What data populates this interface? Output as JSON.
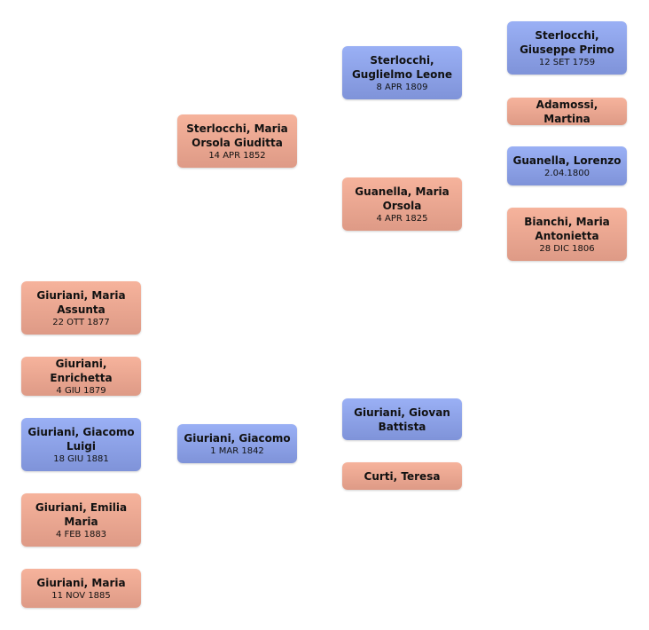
{
  "people": {
    "c4_0": {
      "name": "Sterlocchi, Giuseppe Primo",
      "date": "12 SET 1759",
      "sex": "male"
    },
    "c4_1": {
      "name": "Adamossi, Martina",
      "date": "",
      "sex": "female"
    },
    "c4_2": {
      "name": "Guanella, Lorenzo",
      "date": "2.04.1800",
      "sex": "male"
    },
    "c4_3": {
      "name": "Bianchi, Maria Antonietta",
      "date": "28 DIC 1806",
      "sex": "female"
    },
    "c3_0": {
      "name": "Sterlocchi, Guglielmo Leone",
      "date": "8 APR 1809",
      "sex": "male"
    },
    "c3_1": {
      "name": "Guanella, Maria Orsola",
      "date": "4 APR 1825",
      "sex": "female"
    },
    "c3_2": {
      "name": "Giuriani, Giovan Battista",
      "date": "",
      "sex": "male"
    },
    "c3_3": {
      "name": "Curti, Teresa",
      "date": "",
      "sex": "female"
    },
    "c2_0": {
      "name": "Sterlocchi, Maria Orsola Giuditta",
      "date": "14 APR 1852",
      "sex": "female"
    },
    "c2_1": {
      "name": "Giuriani, Giacomo",
      "date": "1 MAR 1842",
      "sex": "male"
    },
    "c1_0": {
      "name": "Giuriani, Maria Assunta",
      "date": "22 OTT 1877",
      "sex": "female"
    },
    "c1_1": {
      "name": "Giuriani, Enrichetta",
      "date": "4 GIU 1879",
      "sex": "female"
    },
    "c1_2": {
      "name": "Giuriani, Giacomo Luigi",
      "date": "18 GIU 1881",
      "sex": "male"
    },
    "c1_3": {
      "name": "Giuriani, Emilia Maria",
      "date": "4 FEB 1883",
      "sex": "female"
    },
    "c1_4": {
      "name": "Giuriani, Maria",
      "date": "11 NOV 1885",
      "sex": "female"
    }
  },
  "colors": {
    "male": "#8ca2e8",
    "female": "#eca690"
  }
}
